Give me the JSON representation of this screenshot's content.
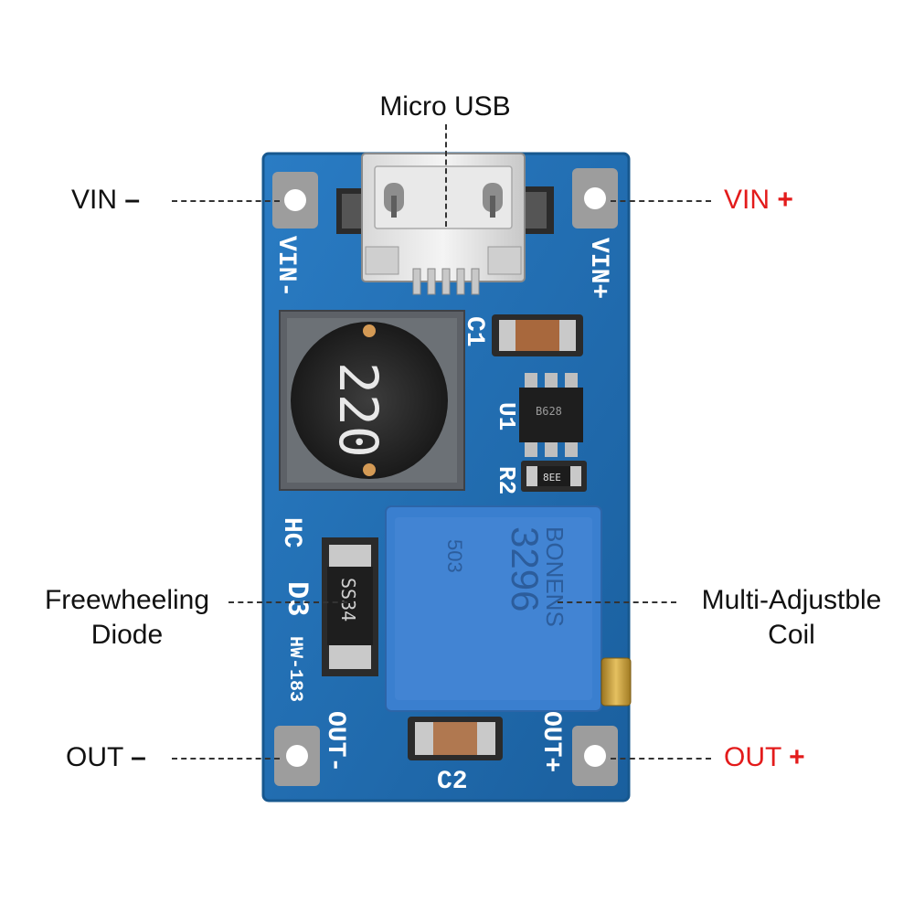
{
  "callouts": {
    "micro_usb": "Micro USB",
    "vin_minus": {
      "text": "VIN",
      "sign": "–"
    },
    "vin_plus": {
      "text": "VIN",
      "sign": "+"
    },
    "diode_line1": "Freewheeling",
    "diode_line2": "Diode",
    "coil_line1": "Multi-Adjustble",
    "coil_line2": "Coil",
    "out_minus": {
      "text": "OUT",
      "sign": "–"
    },
    "out_plus": {
      "text": "OUT",
      "sign": "+"
    }
  },
  "board": {
    "silk_vin_minus": "VIN-",
    "silk_vin_plus": "VIN+",
    "silk_out_minus": "OUT-",
    "silk_out_plus": "OUT+",
    "silk_c1": "C1",
    "silk_c2": "C2",
    "silk_u1": "U1",
    "silk_r2": "R2",
    "silk_hc": "HC",
    "silk_d3": "D3",
    "silk_model": "HW-183",
    "inductor_marking": "220",
    "ic_marking": "B628",
    "resistor_marking": "8EE",
    "diode_marking": "SS34",
    "pot_brand": "BONENS",
    "pot_model": "3296",
    "pot_value": "503"
  },
  "colors": {
    "pcb_blue": "#1f6fb5",
    "pcb_edge": "#17588f",
    "pad_grey": "#9d9d9d",
    "potentiometer_blue": "#3a7fcf",
    "positive_red": "#e31b1b",
    "label_black": "#111111"
  }
}
